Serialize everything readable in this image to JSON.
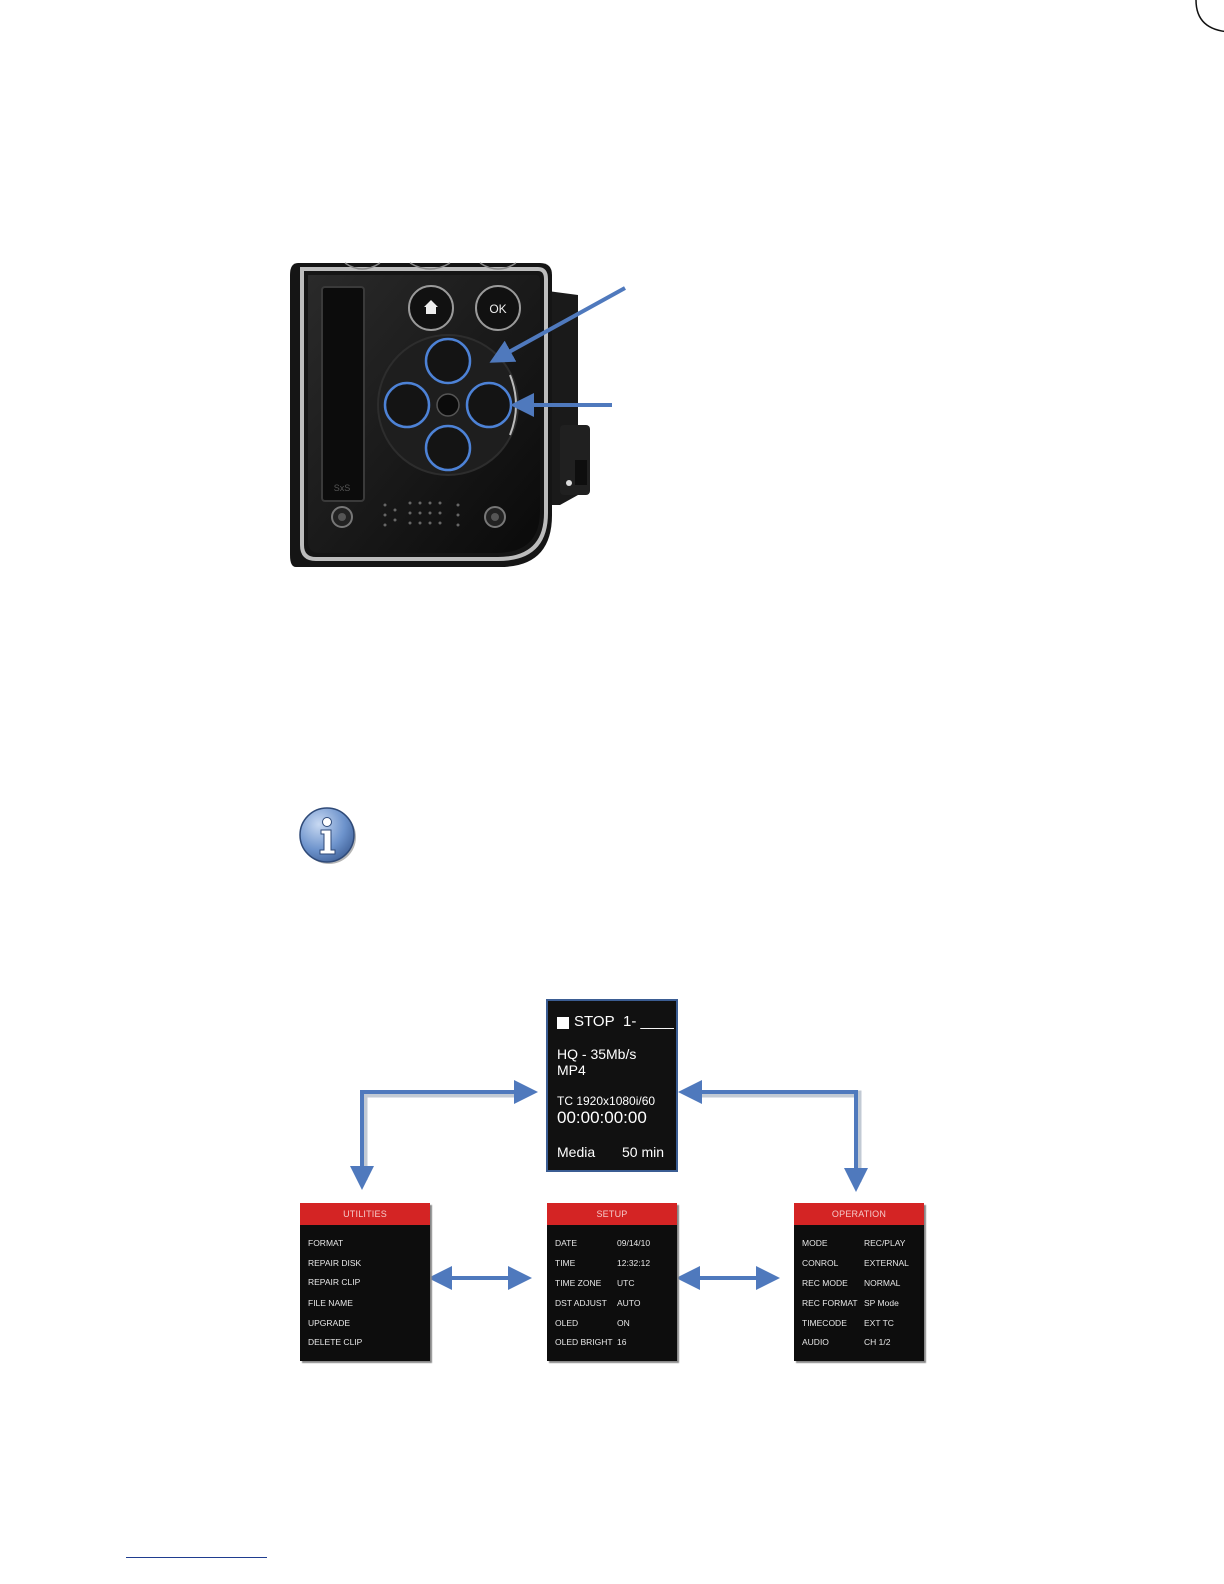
{
  "device": {
    "home_button_icon": "home-icon",
    "ok_label": "OK",
    "card_slot_label": "SxS"
  },
  "status": {
    "stop_label": "STOP",
    "clip": "1- ____",
    "quality": "HQ - 35Mb/s",
    "container": "MP4",
    "tc_format": "TC 1920x1080i/60",
    "timecode": "00:00:00:00",
    "media_label": "Media",
    "media_value": "50 min"
  },
  "menus": {
    "utilities": {
      "title": "UTILITIES",
      "items": [
        "FORMAT",
        "REPAIR DISK",
        "REPAIR CLIP",
        "FILE NAME",
        "UPGRADE",
        "DELETE CLIP"
      ]
    },
    "setup": {
      "title": "SETUP",
      "items": [
        {
          "key": "DATE",
          "value": "09/14/10"
        },
        {
          "key": "TIME",
          "value": "12:32:12"
        },
        {
          "key": "TIME ZONE",
          "value": "UTC"
        },
        {
          "key": "DST ADJUST",
          "value": "AUTO"
        },
        {
          "key": "OLED",
          "value": "ON"
        },
        {
          "key": "OLED BRIGHT",
          "value": "16"
        }
      ]
    },
    "operation": {
      "title": "OPERATION",
      "items": [
        {
          "key": "MODE",
          "value": "REC/PLAY"
        },
        {
          "key": "CONROL",
          "value": "EXTERNAL"
        },
        {
          "key": "REC MODE",
          "value": "NORMAL"
        },
        {
          "key": "REC FORMAT",
          "value": "SP Mode"
        },
        {
          "key": "TIMECODE",
          "value": "EXT TC"
        },
        {
          "key": "AUDIO",
          "value": "CH 1/2"
        }
      ]
    }
  },
  "colors": {
    "arrow": "#4f79bd",
    "menu_header": "#d42424",
    "panel_bg": "#111111"
  }
}
